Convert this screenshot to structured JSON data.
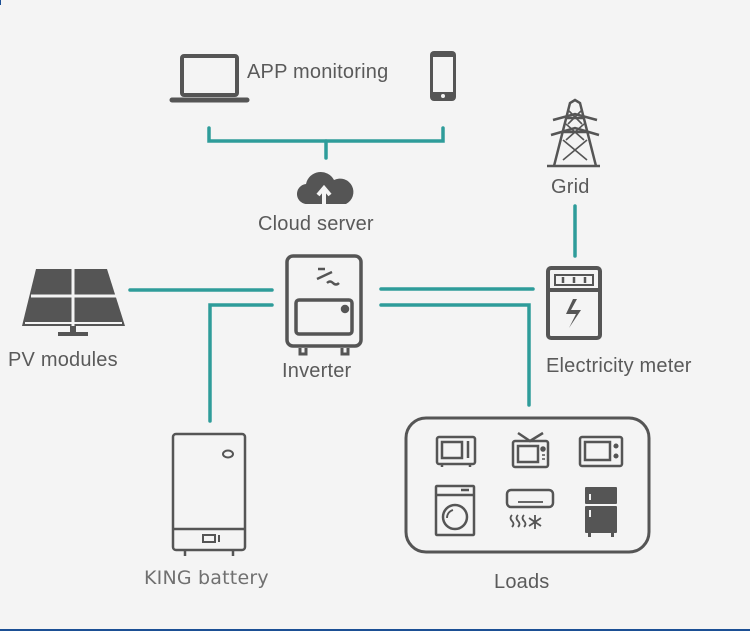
{
  "diagram": {
    "title": "Solar energy storage system diagram",
    "colors": {
      "background": "#f4f4f4",
      "connector": "#2e9c9a",
      "icon": "#555555",
      "label": "#5a5a5a",
      "frame_accent": "#1b4f94"
    },
    "nodes": {
      "app_monitoring": {
        "label": "APP monitoring",
        "icons": [
          "laptop-icon",
          "smartphone-icon"
        ]
      },
      "cloud_server": {
        "label": "Cloud server",
        "icon": "cloud-upload-icon"
      },
      "grid": {
        "label": "Grid",
        "icon": "power-tower-icon"
      },
      "pv_modules": {
        "label": "PV modules",
        "icon": "solar-panel-icon"
      },
      "inverter": {
        "label": "Inverter",
        "icon": "inverter-icon",
        "symbol": "⁻/~"
      },
      "electricity_meter": {
        "label": "Electricity meter",
        "icon": "electricity-meter-icon"
      },
      "battery": {
        "label": "KING battery",
        "icon": "battery-cabinet-icon"
      },
      "loads": {
        "label": "Loads",
        "appliances": [
          "microwave-icon",
          "television-icon",
          "oven-icon",
          "washing-machine-icon",
          "air-conditioner-icon",
          "refrigerator-icon"
        ]
      }
    },
    "edges": [
      {
        "from": "app_monitoring",
        "to": "cloud_server"
      },
      {
        "from": "cloud_server",
        "to": "inverter"
      },
      {
        "from": "pv_modules",
        "to": "inverter"
      },
      {
        "from": "battery",
        "to": "inverter"
      },
      {
        "from": "inverter",
        "to": "electricity_meter"
      },
      {
        "from": "inverter",
        "to": "loads"
      },
      {
        "from": "grid",
        "to": "electricity_meter"
      }
    ]
  }
}
